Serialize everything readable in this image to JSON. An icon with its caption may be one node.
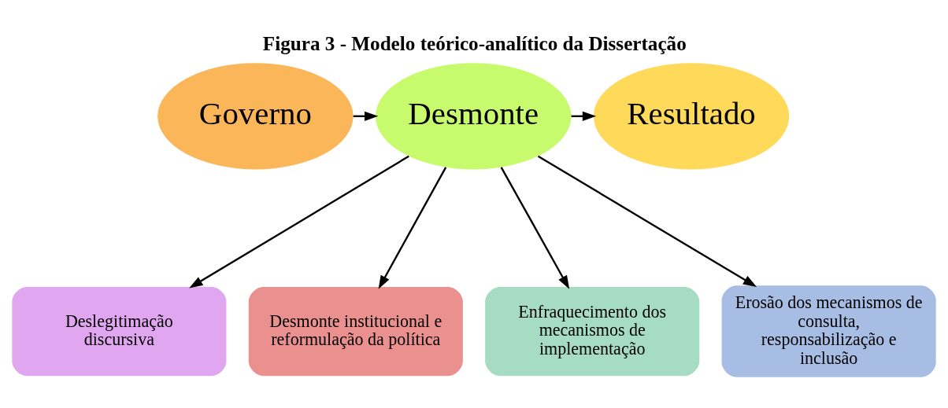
{
  "diagram": {
    "title": "Figura 3 - Modelo teórico-analítico da Dissertação",
    "nodes": [
      {
        "text": [
          "Governo"
        ]
      },
      {
        "text": [
          "Desmonte"
        ]
      },
      {
        "text": [
          "Resultado"
        ]
      },
      {
        "text": [
          "Deslegitimação discursiva"
        ]
      },
      {
        "text": [
          "Desmonte institucional e reformulação da política"
        ]
      },
      {
        "text": [
          "Enfraquecimento dos mecanismos de implementação"
        ]
      },
      {
        "text": [
          "Erosão dos mecanismos de consulta, responsabilização e inclusão"
        ]
      }
    ],
    "edges": [
      {
        "from": 0,
        "to": 1,
        "arrow": "to"
      },
      {
        "from": 1,
        "to": 2,
        "arrow": "to"
      },
      {
        "from": 1,
        "to": 3,
        "arrow": "to"
      },
      {
        "from": 1,
        "to": 4,
        "arrow": "to"
      },
      {
        "from": 1,
        "to": 5,
        "arrow": "to"
      },
      {
        "from": 1,
        "to": 6,
        "arrow": "to"
      }
    ]
  }
}
